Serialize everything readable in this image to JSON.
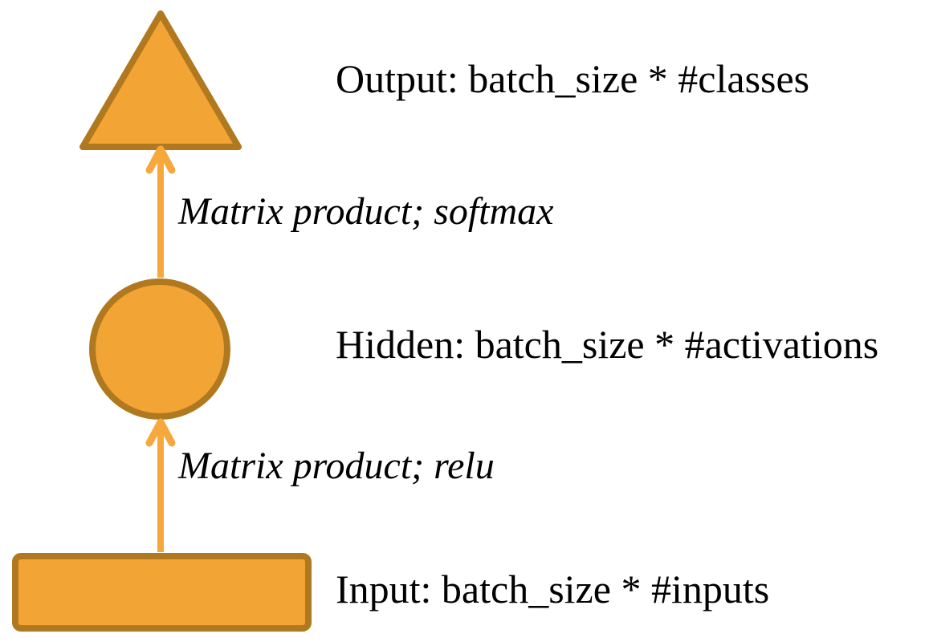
{
  "diagram": {
    "nodes": [
      {
        "id": "input",
        "shape": "rectangle",
        "label": "Input: batch_size * #inputs"
      },
      {
        "id": "hidden",
        "shape": "circle",
        "label": "Hidden: batch_size * #activations"
      },
      {
        "id": "output",
        "shape": "triangle",
        "label": "Output: batch_size * #classes"
      }
    ],
    "edges": [
      {
        "from": "input",
        "to": "hidden",
        "label": "Matrix product; relu"
      },
      {
        "from": "hidden",
        "to": "output",
        "label": "Matrix product; softmax"
      }
    ]
  },
  "colors": {
    "node_fill": "#F2A435",
    "node_stroke": "#B1791F",
    "arrow": "#F6A83C",
    "text": "#000000",
    "background": "#FFFFFF"
  }
}
